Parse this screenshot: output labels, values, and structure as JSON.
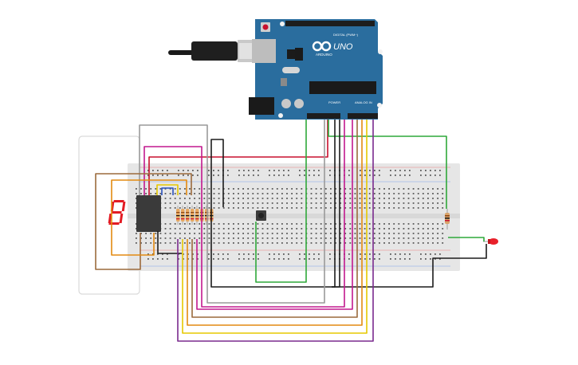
{
  "arduino": {
    "logo_text": "UNO",
    "brand_text": "ARDUINO",
    "digital_label": "DIGITAL (PWM~)",
    "power_label": "POWER",
    "analog_label": "ANALOG IN",
    "board_color": "#2a6d9e"
  },
  "display": {
    "digit": "8",
    "segment_color": "#e31b23"
  },
  "breadboard": {
    "body_color": "#e6e6e6"
  },
  "components": {
    "resistor_bank": "resistor-array",
    "pushbutton": "pushbutton",
    "led_color": "#e8202a",
    "resistor_color": "#d9a36a"
  },
  "wire_colors": {
    "red": "#c8102e",
    "green": "#2fa83a",
    "black": "#1c1c1c",
    "magenta": "#c2188e",
    "orange": "#e38a10",
    "yellow": "#e5c800",
    "brown": "#9b6a3c",
    "purple": "#7a2a8e",
    "gray": "#9a9a9a"
  }
}
